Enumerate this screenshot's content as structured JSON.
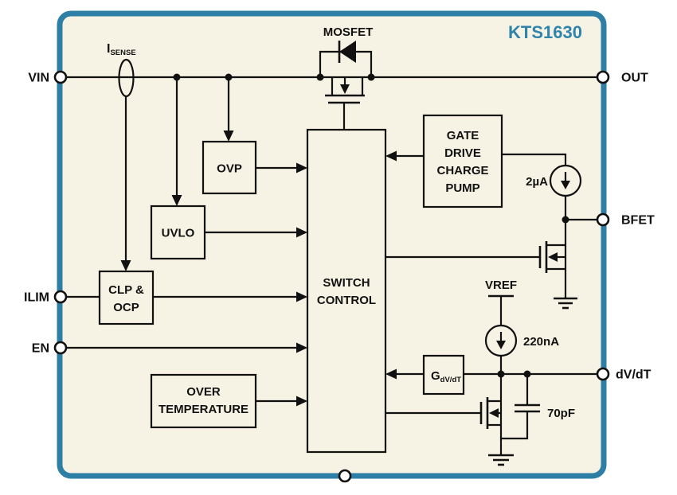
{
  "chip_name": "KTS1630",
  "colors": {
    "border": "#2e7fa6",
    "background": "#f7f3e4",
    "line": "#111111",
    "chip_name": "#2e84ab"
  },
  "pins": {
    "vin": "VIN",
    "out": "OUT",
    "ilim": "ILIM",
    "en": "EN",
    "bfet": "BFET",
    "dvdt": "dV/dT"
  },
  "blocks": {
    "ovp": "OVP",
    "uvlo": "UVLO",
    "clp_ocp": {
      "line1": "CLP &",
      "line2": "OCP"
    },
    "switch_control": {
      "line1": "SWITCH",
      "line2": "CONTROL"
    },
    "over_temperature": {
      "line1": "OVER",
      "line2": "TEMPERATURE"
    },
    "gate_drive": {
      "line1": "GATE",
      "line2": "DRIVE",
      "line3": "CHARGE",
      "line4": "PUMP"
    },
    "gdvdt": {
      "main": "G",
      "sub": "dV/dT"
    }
  },
  "components": {
    "mosfet_label": "MOSFET",
    "isense": {
      "main": "I",
      "sub": "SENSE"
    },
    "vref_label": "VREF",
    "charge_pump_current": "2µA",
    "vref_current": "220nA",
    "capacitor_value": "70pF"
  }
}
